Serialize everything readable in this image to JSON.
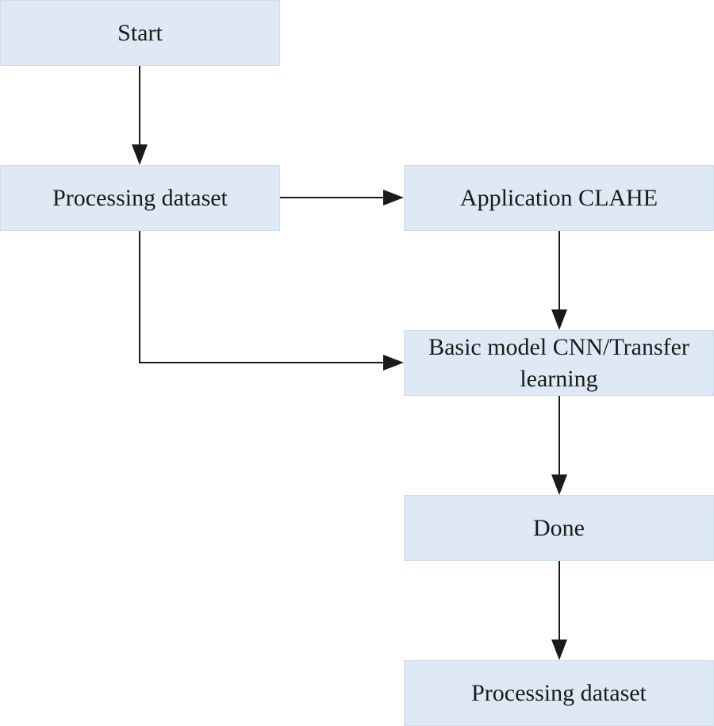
{
  "nodes": {
    "start": "Start",
    "processing_dataset": "Processing dataset",
    "application_clahe": "Application CLAHE",
    "basic_model": "Basic model CNN/Transfer learning",
    "done": "Done",
    "processing_dataset_final": "Processing dataset"
  },
  "colors": {
    "node_fill": "#dfe9f5",
    "arrow": "#1a1a1a"
  }
}
